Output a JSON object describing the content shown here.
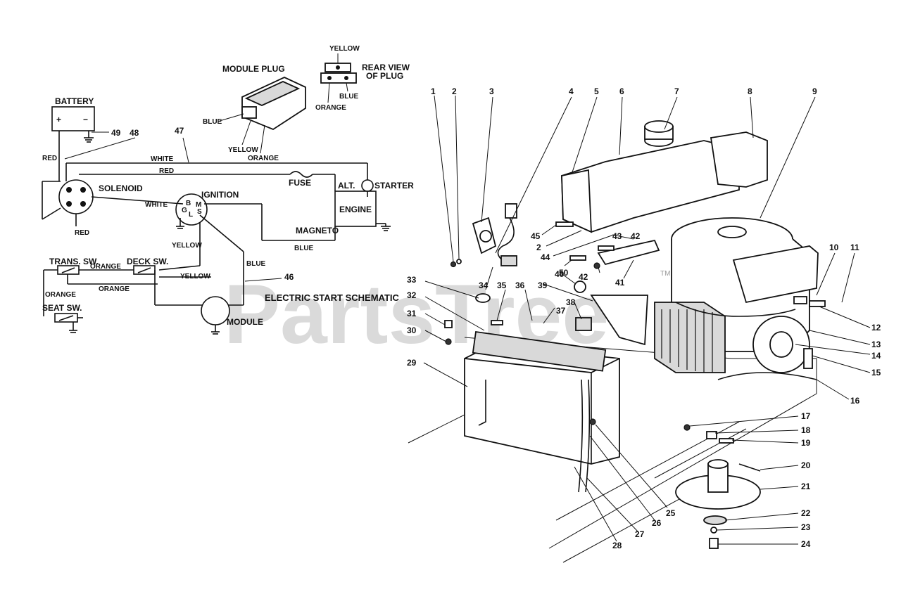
{
  "watermark": "PartsTree",
  "watermark_tm": "TM",
  "schematic": {
    "title": "ELECTRIC START SCHEMATIC",
    "battery": "BATTERY",
    "solenoid": "SOLENOID",
    "ignition": "IGNITION",
    "fuse": "FUSE",
    "engine": "ENGINE",
    "alt": "ALT.",
    "starter": "STARTER",
    "magneto": "MAGNETO",
    "module": "MODULE",
    "module_plug": "MODULE PLUG",
    "rear_view": "REAR VIEW",
    "of_plug": "OF PLUG",
    "trans_sw": "TRANS. SW.",
    "deck_sw": "DECK SW.",
    "seat_sw": "SEAT SW.",
    "plus": "+",
    "minus": "−",
    "ign_b": "B",
    "ign_g": "G",
    "ign_l": "L",
    "ign_m": "M",
    "ign_s": "S",
    "wires": {
      "red1": "RED",
      "red2": "RED",
      "red3": "RED",
      "white1": "WHITE",
      "white2": "WHITE",
      "blue1": "BLUE",
      "blue2": "BLUE",
      "blue_plug": "BLUE",
      "blue_rear": "BLUE",
      "yellow1": "YELLOW",
      "yellow2": "YELLOW",
      "yellow_plug": "YELLOW",
      "yellow_rear": "YELLOW",
      "orange1": "ORANGE",
      "orange2": "ORANGE",
      "orange3": "ORANGE",
      "orange_plug": "ORANGE",
      "orange_rear": "ORANGE"
    },
    "callouts": {
      "n49": "49",
      "n48": "48",
      "n47": "47",
      "n46": "46"
    }
  },
  "parts": {
    "p1": "1",
    "p2": "2",
    "p3": "3",
    "p4": "4",
    "p5": "5",
    "p6": "6",
    "p7": "7",
    "p8": "8",
    "p9": "9",
    "p10": "10",
    "p11": "11",
    "p12": "12",
    "p13": "13",
    "p14": "14",
    "p15": "15",
    "p16": "16",
    "p17": "17",
    "p18": "18",
    "p19": "19",
    "p20": "20",
    "p21": "21",
    "p22": "22",
    "p23": "23",
    "p24": "24",
    "p25": "25",
    "p26": "26",
    "p27": "27",
    "p28": "28",
    "p29": "29",
    "p30": "30",
    "p31": "31",
    "p32": "32",
    "p33": "33",
    "p34": "34",
    "p35": "35",
    "p36": "36",
    "p37": "37",
    "p38": "38",
    "p39": "39",
    "p40": "40",
    "p41": "41",
    "p42a": "42",
    "p42b": "42",
    "p43": "43",
    "p44": "44",
    "p45": "45",
    "p50": "50",
    "p2b": "2"
  }
}
